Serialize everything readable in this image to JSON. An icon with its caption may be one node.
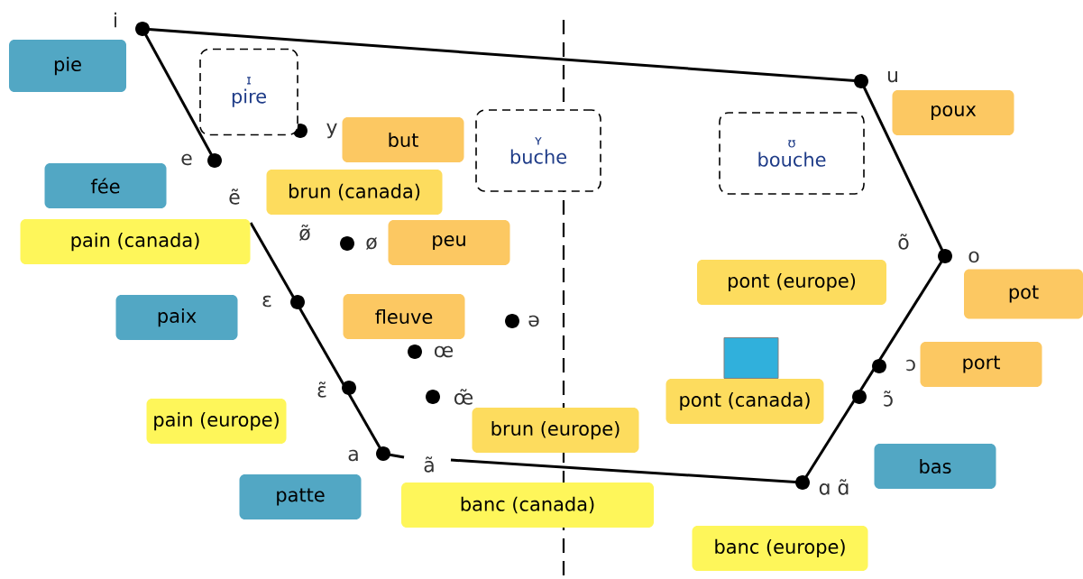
{
  "diagram": {
    "nodes": [
      {
        "text": [
          "pie"
        ]
      },
      {
        "text": [
          "ɪ",
          "pire"
        ]
      },
      {
        "text": [
          "but"
        ]
      },
      {
        "text": [
          "ʏ",
          "buche"
        ]
      },
      {
        "text": [
          "ʊ",
          "bouche"
        ]
      },
      {
        "text": [
          "poux"
        ]
      },
      {
        "text": [
          "fée"
        ]
      },
      {
        "text": [
          "brun  (canada)"
        ]
      },
      {
        "text": [
          "pain (canada)"
        ]
      },
      {
        "text": [
          "peu"
        ]
      },
      {
        "text": [
          "pont (europe)"
        ]
      },
      {
        "text": [
          "pot"
        ]
      },
      {
        "text": [
          "paix"
        ]
      },
      {
        "text": [
          "fleuve"
        ]
      },
      {
        "text": [],
        "shape": "box"
      },
      {
        "text": [
          "port"
        ]
      },
      {
        "text": [
          "pont (canada)"
        ]
      },
      {
        "text": [
          "pain (europe)"
        ]
      },
      {
        "text": [
          "brun  (europe)"
        ]
      },
      {
        "text": [
          "bas"
        ]
      },
      {
        "text": [
          "patte"
        ]
      },
      {
        "text": [
          "banc (canada)"
        ]
      },
      {
        "text": [
          "banc (europe)"
        ]
      }
    ],
    "labels": [
      "i",
      "u",
      "y",
      "e",
      "ẽ",
      "ø̃",
      "ø",
      "õ",
      "o",
      "ɛ",
      "ə",
      "œ",
      "ɔ",
      "ɛ̃",
      "œ̃",
      "ɔ̃",
      "a",
      "ã",
      "ɑ ɑ̃"
    ]
  }
}
